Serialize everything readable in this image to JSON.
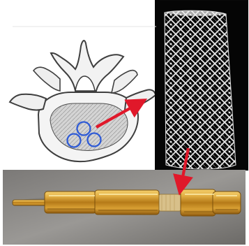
{
  "figure": {
    "panels": [
      {
        "name": "vertebra-illustration"
      },
      {
        "name": "porous-scaffold-micro-ct-render"
      },
      {
        "name": "brass-fixture-photo"
      }
    ]
  },
  "annotations": {
    "circle_color": "#2f5bd6",
    "arrow_color": "#e0182a"
  }
}
